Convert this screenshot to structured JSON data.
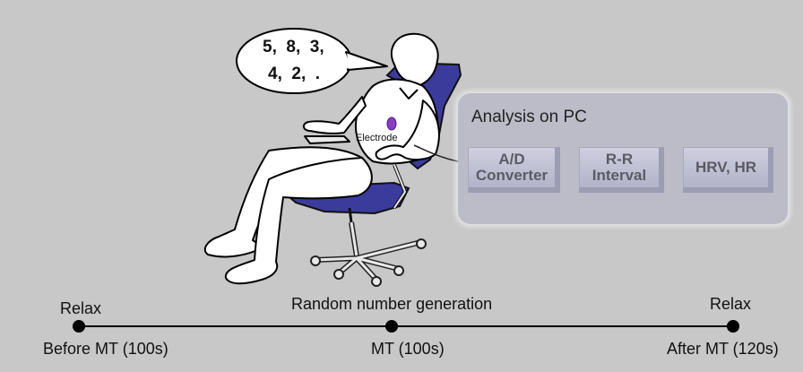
{
  "speech": {
    "line1": "5,  8,  3,",
    "line2": "4,  2,  ."
  },
  "electrode_label": "Electrode",
  "analysis": {
    "title": "Analysis on PC",
    "boxes": [
      {
        "line1": "A/D",
        "line2": "Converter"
      },
      {
        "line1": "R-R",
        "line2": "Interval"
      },
      {
        "line1": "HRV, HR",
        "line2": ""
      }
    ]
  },
  "timeline": {
    "phase_labels": [
      "Relax",
      "Random number generation",
      "Relax"
    ],
    "point_labels": [
      "Before MT (100s)",
      "MT (100s)",
      "After MT (120s)"
    ]
  },
  "colors": {
    "background": "#c8c8c8",
    "chair": "#3b3b9c",
    "electrode": "#8a3cc8",
    "panel": "#bcbcc9"
  }
}
